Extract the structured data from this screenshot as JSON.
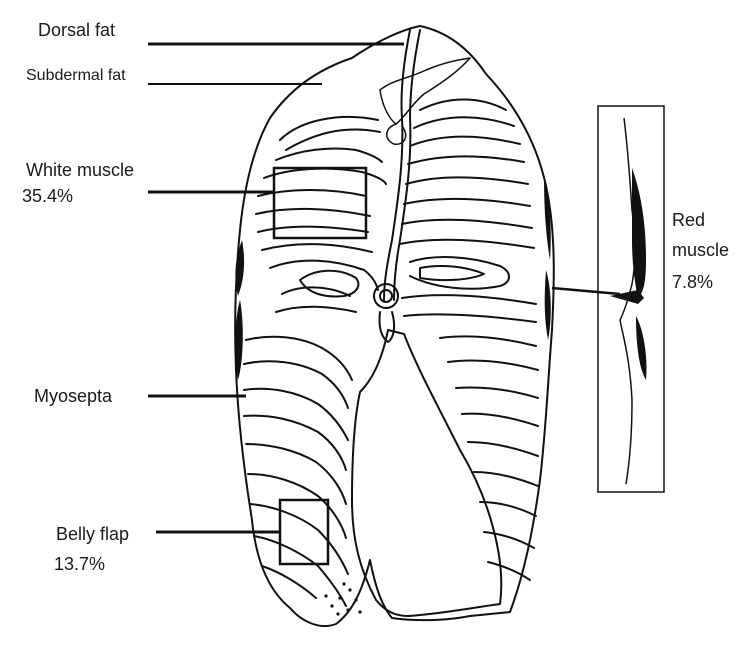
{
  "labels": {
    "dorsal_fat": "Dorsal fat",
    "subdermal_fat": "Subdermal fat",
    "white_muscle": "White muscle",
    "white_muscle_pct": "35.4%",
    "myosepta": "Myosepta",
    "belly_flap": "Belly flap",
    "belly_flap_pct": "13.7%",
    "red_muscle_line1": "Red",
    "red_muscle_line2": "muscle",
    "red_muscle_pct": "7.8%"
  },
  "colors": {
    "ink": "#111111",
    "background": "#ffffff"
  }
}
